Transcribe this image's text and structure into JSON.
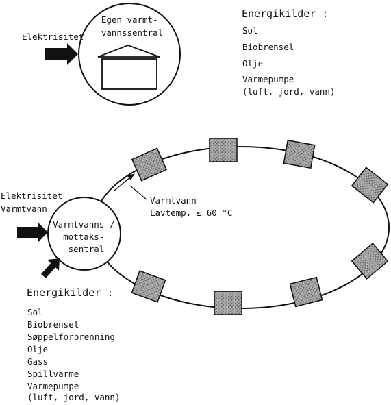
{
  "top": {
    "central_label_lines": [
      "Egen varmt-",
      "vannssentral"
    ],
    "input_label": "Elektrisitet",
    "energy_sources_heading": "Energikilder :",
    "energy_sources": [
      "Sol",
      "Biobrensel",
      "Olje",
      "Varmepumpe",
      "(luft, jord, vann)"
    ]
  },
  "bottom": {
    "input_labels": [
      "Elektrisitet",
      "Varmtvann"
    ],
    "central_label_lines": [
      "Varmtvanns-/",
      "mottaks-",
      "sentral"
    ],
    "supply_label_lines": [
      "Varmtvann",
      "Lavtemp. ≤ 60 °C"
    ],
    "energy_sources_heading": "Energikilder :",
    "energy_sources": [
      "Sol",
      "Biobrensel",
      "Søppelforbrenning",
      "Olje",
      "Gass",
      "Spillvarme",
      "Varmepumpe",
      "(luft, jord, vann)"
    ]
  },
  "colors": {
    "line": "#111111",
    "building_fill": "#a8a8a8",
    "building_texture": "#5a5a5a"
  }
}
